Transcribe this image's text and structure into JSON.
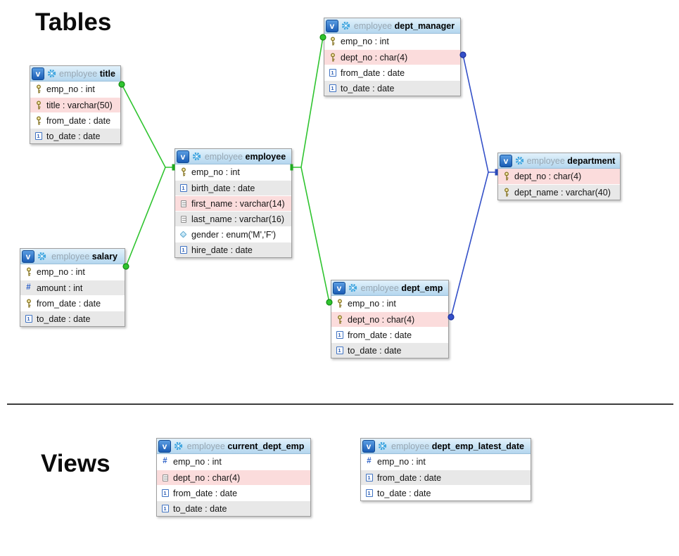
{
  "page": {
    "tables_heading": "Tables",
    "views_heading": "Views"
  },
  "badges": {
    "view_badge": "v"
  },
  "icons": {
    "hash": "#",
    "date_digit": "1"
  },
  "colors": {
    "relation_green": "#2fc42f",
    "relation_blue": "#3450c8",
    "header_gradient_top": "#e1f1fb",
    "header_gradient_bottom": "#b4d6ee",
    "row_pink": "#fbdcdc",
    "row_gray": "#e8e8e8",
    "badge_blue": "#1a5cb4"
  },
  "tables": [
    {
      "db": "employee",
      "name": "title",
      "columns": [
        {
          "icon": "primary-key",
          "text": "emp_no : int"
        },
        {
          "icon": "primary-key",
          "text": "title : varchar(50)"
        },
        {
          "icon": "primary-key",
          "text": "from_date : date"
        },
        {
          "icon": "date",
          "text": "to_date : date"
        }
      ]
    },
    {
      "db": "employee",
      "name": "dept_manager",
      "columns": [
        {
          "icon": "primary-key",
          "text": "emp_no : int"
        },
        {
          "icon": "primary-key",
          "text": "dept_no : char(4)"
        },
        {
          "icon": "date",
          "text": "from_date : date"
        },
        {
          "icon": "date",
          "text": "to_date : date"
        }
      ]
    },
    {
      "db": "employee",
      "name": "employee",
      "columns": [
        {
          "icon": "primary-key",
          "text": "emp_no : int"
        },
        {
          "icon": "date",
          "text": "birth_date : date"
        },
        {
          "icon": "text",
          "text": "first_name : varchar(14)"
        },
        {
          "icon": "text",
          "text": "last_name : varchar(16)"
        },
        {
          "icon": "enum",
          "text": "gender : enum('M','F')"
        },
        {
          "icon": "date",
          "text": "hire_date : date"
        }
      ]
    },
    {
      "db": "employee",
      "name": "department",
      "columns": [
        {
          "icon": "primary-key",
          "text": "dept_no : char(4)"
        },
        {
          "icon": "primary-key",
          "text": "dept_name : varchar(40)"
        }
      ]
    },
    {
      "db": "employee",
      "name": "salary",
      "columns": [
        {
          "icon": "primary-key",
          "text": "emp_no : int"
        },
        {
          "icon": "numeric",
          "text": "amount : int"
        },
        {
          "icon": "primary-key",
          "text": "from_date : date"
        },
        {
          "icon": "date",
          "text": "to_date : date"
        }
      ]
    },
    {
      "db": "employee",
      "name": "dept_emp",
      "columns": [
        {
          "icon": "primary-key",
          "text": "emp_no : int"
        },
        {
          "icon": "primary-key",
          "text": "dept_no : char(4)"
        },
        {
          "icon": "date",
          "text": "from_date : date"
        },
        {
          "icon": "date",
          "text": "to_date : date"
        }
      ]
    },
    {
      "db": "employee",
      "name": "current_dept_emp",
      "columns": [
        {
          "icon": "numeric",
          "text": "emp_no : int"
        },
        {
          "icon": "text",
          "text": "dept_no : char(4)"
        },
        {
          "icon": "date",
          "text": "from_date : date"
        },
        {
          "icon": "date",
          "text": "to_date : date"
        }
      ]
    },
    {
      "db": "employee",
      "name": "dept_emp_latest_date",
      "columns": [
        {
          "icon": "numeric",
          "text": "emp_no : int"
        },
        {
          "icon": "date",
          "text": "from_date : date"
        },
        {
          "icon": "date",
          "text": "to_date : date"
        }
      ]
    }
  ],
  "relations": [
    {
      "from": "title.emp_no",
      "to": "employee.emp_no",
      "color": "green"
    },
    {
      "from": "salary.emp_no",
      "to": "employee.emp_no",
      "color": "green"
    },
    {
      "from": "dept_manager.emp_no",
      "to": "employee.emp_no",
      "color": "green"
    },
    {
      "from": "dept_emp.emp_no",
      "to": "employee.emp_no",
      "color": "green"
    },
    {
      "from": "dept_manager.dept_no",
      "to": "department.dept_no",
      "color": "blue"
    },
    {
      "from": "dept_emp.dept_no",
      "to": "department.dept_no",
      "color": "blue"
    }
  ]
}
